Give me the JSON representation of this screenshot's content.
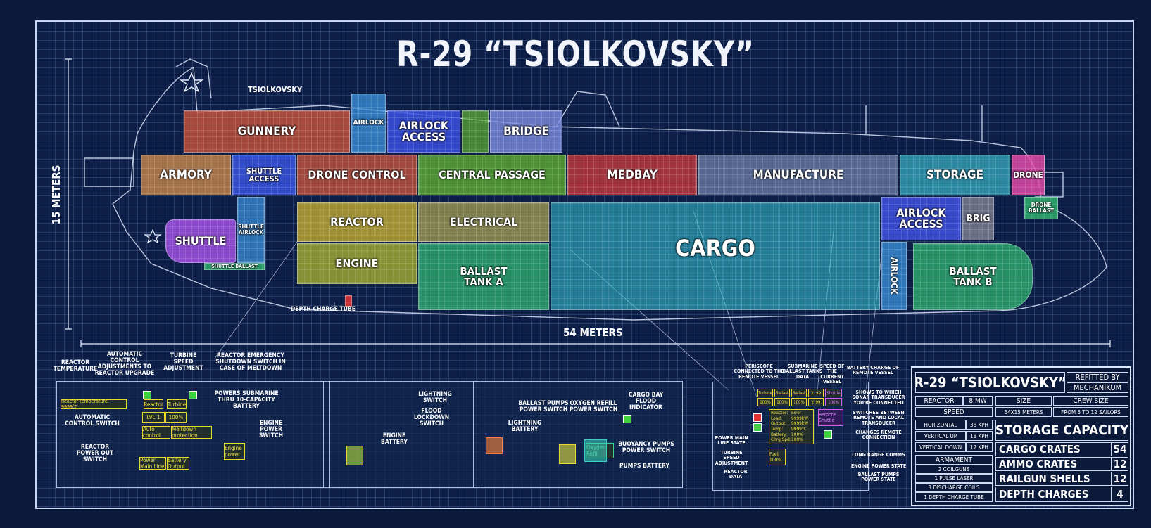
{
  "title": "R-29 “TSIOLKOVSKY”",
  "hull_name": "TSIOLKOVSKY",
  "dimensions": {
    "length": "54 METERS",
    "height": "15 METERS"
  },
  "rooms": [
    {
      "id": "gunnery",
      "label": "GUNNERY",
      "color": "#d0553a"
    },
    {
      "id": "airlock-top",
      "label": "AIRLOCK",
      "color": "#3a8fd8"
    },
    {
      "id": "airlock-access-top",
      "label": "AIRLOCK ACCESS",
      "color": "#3a4fe0"
    },
    {
      "id": "bridge",
      "label": "BRIDGE",
      "color": "#7d8be0"
    },
    {
      "id": "armory",
      "label": "ARMORY",
      "color": "#d08a4a"
    },
    {
      "id": "shuttle-access",
      "label": "SHUTTLE ACCESS",
      "color": "#3a55e0"
    },
    {
      "id": "drone-control",
      "label": "DRONE CONTROL",
      "color": "#d0553a"
    },
    {
      "id": "central-passage",
      "label": "CENTRAL PASSAGE",
      "color": "#5fb030"
    },
    {
      "id": "medbay",
      "label": "MEDBAY",
      "color": "#d03a3a"
    },
    {
      "id": "manufacture",
      "label": "MANUFACTURE",
      "color": "#8fa0c8"
    },
    {
      "id": "storage",
      "label": "STORAGE",
      "color": "#3ac0d0"
    },
    {
      "id": "drone",
      "label": "DRONE",
      "color": "#e04aa8"
    },
    {
      "id": "drone-ballast",
      "label": "DRONE BALLAST",
      "color": "#30b070"
    },
    {
      "id": "shuttle",
      "label": "SHUTTLE",
      "color": "#a050e0"
    },
    {
      "id": "shuttle-airlock",
      "label": "SHUTTLE AIRLOCK",
      "color": "#3a8fd8"
    },
    {
      "id": "reactor",
      "label": "REACTOR",
      "color": "#c8b030"
    },
    {
      "id": "electrical",
      "label": "ELECTRICAL",
      "color": "#b0a850"
    },
    {
      "id": "engine",
      "label": "ENGINE",
      "color": "#a8b030"
    },
    {
      "id": "cargo",
      "label": "CARGO",
      "color": "#30b8c8"
    },
    {
      "id": "airlock-access-mid",
      "label": "AIRLOCK ACCESS",
      "color": "#4050e0"
    },
    {
      "id": "brig",
      "label": "BRIG",
      "color": "#8a8a98"
    },
    {
      "id": "ballast-a",
      "label": "BALLAST TANK A",
      "color": "#30b070"
    },
    {
      "id": "airlock-vertical",
      "label": "AIRLOCK",
      "color": "#3a8fd8"
    },
    {
      "id": "ballast-b",
      "label": "BALLAST TANK B",
      "color": "#30b070"
    },
    {
      "id": "shuttle-ballast",
      "label": "SHUTTLE BALLAST",
      "color": "#30b070"
    }
  ],
  "depth_charge_tube": "DEPTH CHARGE TUBE",
  "left_panel": {
    "reactor_temperature": "REACTOR TEMPERATURE",
    "automatic_control_adjust": "AUTOMATIC CONTROL ADJUSTMENTS TO REACTOR UPGRADE",
    "turbine_speed_adjust": "TURBINE SPEED ADJUSTMENT",
    "reactor_emergency": "REACTOR EMERGENCY SHUTDOWN SWITCH IN CASE OF MELTDOWN",
    "automatic_control_switch": "AUTOMATIC CONTROL SWITCH",
    "reactor_power_out": "REACTOR POWER OUT SWITCH",
    "powers_submarine": "POWERS SUBMARINE THRU 10-CAPACITY BATTERY",
    "engine_power_switch": "ENGINE POWER SWITCH",
    "engine_battery": "ENGINE BATTERY",
    "lightning_switch": "LIGHTNING SWITCH",
    "flood_lockdown": "FLOOD LOCKDOWN SWITCH",
    "lightning_battery": "LIGHTNING BATTERY",
    "ballast_pumps_power": "BALLAST PUMPS POWER SWITCH",
    "oxygen_refill": "OXYGEN REFILL POWER SWITCH",
    "cargo_flood": "CARGO BAY FLOOD INDICATOR",
    "buoyancy_pumps": "BUOYANCY PUMPS POWER SWITCH",
    "pumps_battery": "PUMPS BATTERY",
    "reactor_temp_readout": "Reactor temperature: 9999°C",
    "reactor_btn": "Reactor",
    "turbine_btn": "Turbine",
    "lvl": "LVL 1",
    "pct": "100%",
    "auto_control": "Auto control",
    "meltdown_protection": "Meltdown protection",
    "power_main": "Power Main Line",
    "battery_output": "Battery Output",
    "engine_power": "Engine power",
    "oxygen_refill_screen": "Oxygen Refill"
  },
  "right_panel": {
    "periscope": "PERISCOPE CONNECTED TO THE REMOTE VESSEL",
    "ballast_tanks_data": "SUBMARINE BALLAST TANKS DATA",
    "speed_remote": "SPEED OF THE CURRENT VESSEL",
    "battery_charge_remote": "BATTERY CHARGE OF REMOTE VESSEL",
    "shows_sonar": "SHOWS TO WHICH SONAR TRANSDUCER YOU'RE CONNECTED",
    "switches_remote": "SWITCHES BETWEEN REMOTE AND LOCAL TRANSDUCER",
    "changes_remote": "CHANGES REMOTE CONNECTION",
    "power_main_line_state": "POWER MAIN LINE STATE",
    "turbine_speed_adj": "TURBINE SPEED ADJUSTMENT",
    "reactor_data": "REACTOR DATA",
    "long_range_comms": "LONG RANGE COMMS",
    "engine_power_state": "ENGINE POWER STATE",
    "ballast_pumps_state": "BALLAST PUMPS POWER STATE",
    "reactor_readout": [
      "Reactor:",
      "Load:",
      "Output:",
      "Temp:",
      "Battery:",
      "Chrg.Spd:"
    ],
    "reactor_values": [
      "Error",
      "9999kW",
      "9999kW",
      "9999°C",
      "100%",
      "100%"
    ],
    "fuel": "Fuel: 100%",
    "remote_shuttle": "Remote Shuttle",
    "top_buttons": [
      "Turbine",
      "Ballast",
      "Ballast",
      "X: 99",
      "Shuttle"
    ],
    "top_values": [
      "100%",
      "100%",
      "100%",
      "Y: 99",
      "100%"
    ]
  },
  "specs": {
    "name": "R-29 “TSIOLKOVSKY”",
    "refitted_label": "REFITTED BY",
    "refitted_by": "MECHANIKUM",
    "reactor_label": "REACTOR",
    "reactor_value": "8 MW",
    "size_label": "SIZE",
    "crew_label": "CREW SIZE",
    "speed_label": "SPEED",
    "size_value": "54X15 METERS",
    "crew_value": "FROM 5 TO 12 SAILORS",
    "speeds": [
      {
        "label": "HORIZONTAL",
        "value": "38 KPH"
      },
      {
        "label": "VERTICAL UP",
        "value": "18 KPH"
      },
      {
        "label": "VERTICAL DOWN",
        "value": "12 KPH"
      }
    ],
    "armament_label": "ARMAMENT",
    "armament": [
      "2 COILGUNS",
      "1 PULSE LASER",
      "3 DISCHARGE COILS",
      "1 DEPTH CHARGE TUBE"
    ],
    "storage_label": "STORAGE CAPACITY",
    "storage": [
      {
        "label": "CARGO CRATES",
        "value": "54"
      },
      {
        "label": "AMMO CRATES",
        "value": "12"
      },
      {
        "label": "RAILGUN SHELLS",
        "value": "12"
      },
      {
        "label": "DEPTH CHARGES",
        "value": "4"
      }
    ]
  }
}
